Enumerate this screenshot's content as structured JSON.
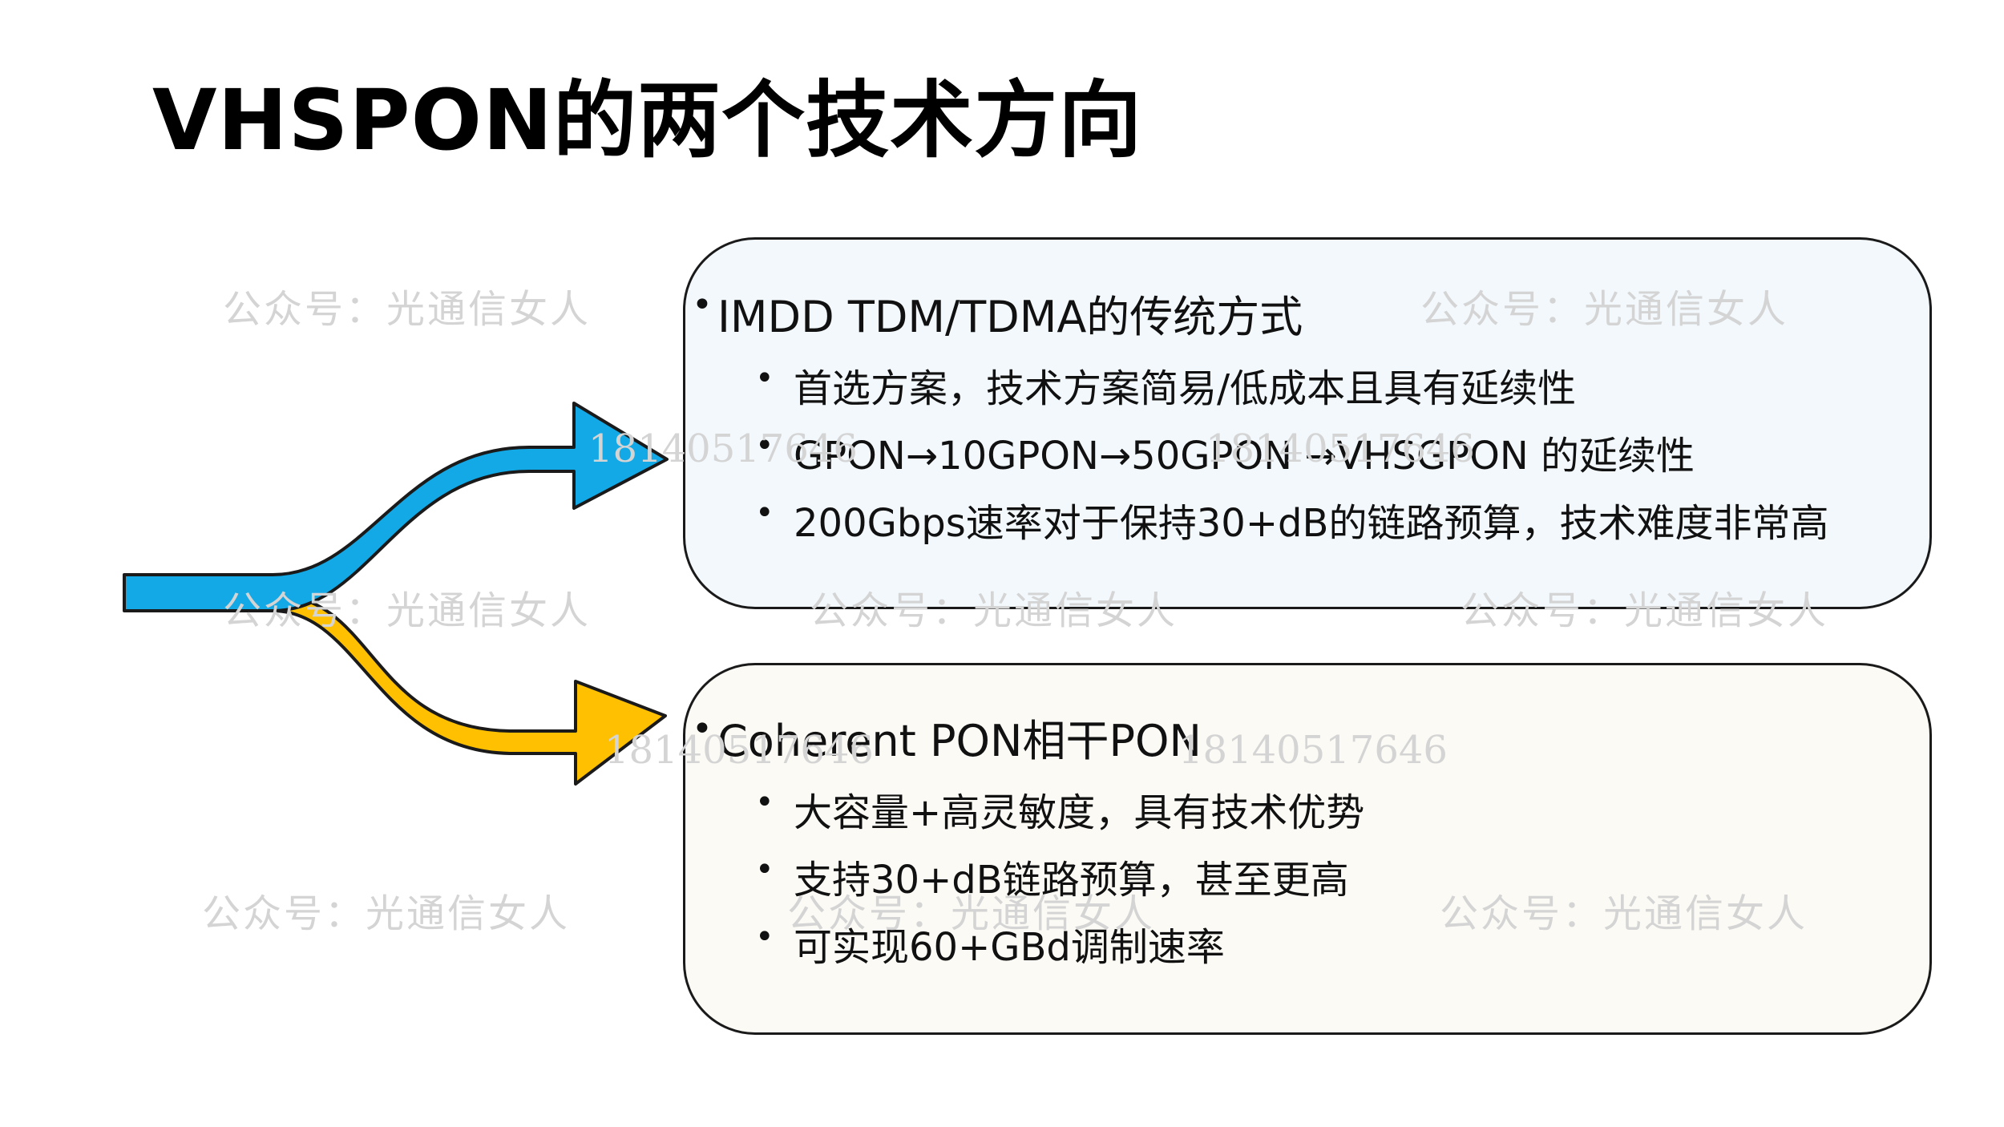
{
  "title": "VHSPON的两个技术方向",
  "colors": {
    "upper_arrow": "#12a9e6",
    "lower_arrow": "#fec000",
    "arrow_outline": "#1a1a1a"
  },
  "boxes": [
    {
      "heading": "IMDD TDM/TDMA的传统方式",
      "items": [
        "首选方案，技术方案简易/低成本且具有延续性",
        "GPON→10GPON→50GPON →VHSGPON 的延续性",
        "200Gbps速率对于保持30+dB的链路预算，技术难度非常高"
      ]
    },
    {
      "heading": "Coherent PON相干PON",
      "items": [
        "大容量+高灵敏度，具有技术优势",
        "支持30+dB链路预算，甚至更高",
        "可实现60+GBd调制速率"
      ]
    }
  ],
  "watermarks": {
    "text": "公众号：光通信女人",
    "number": "18140517646"
  }
}
